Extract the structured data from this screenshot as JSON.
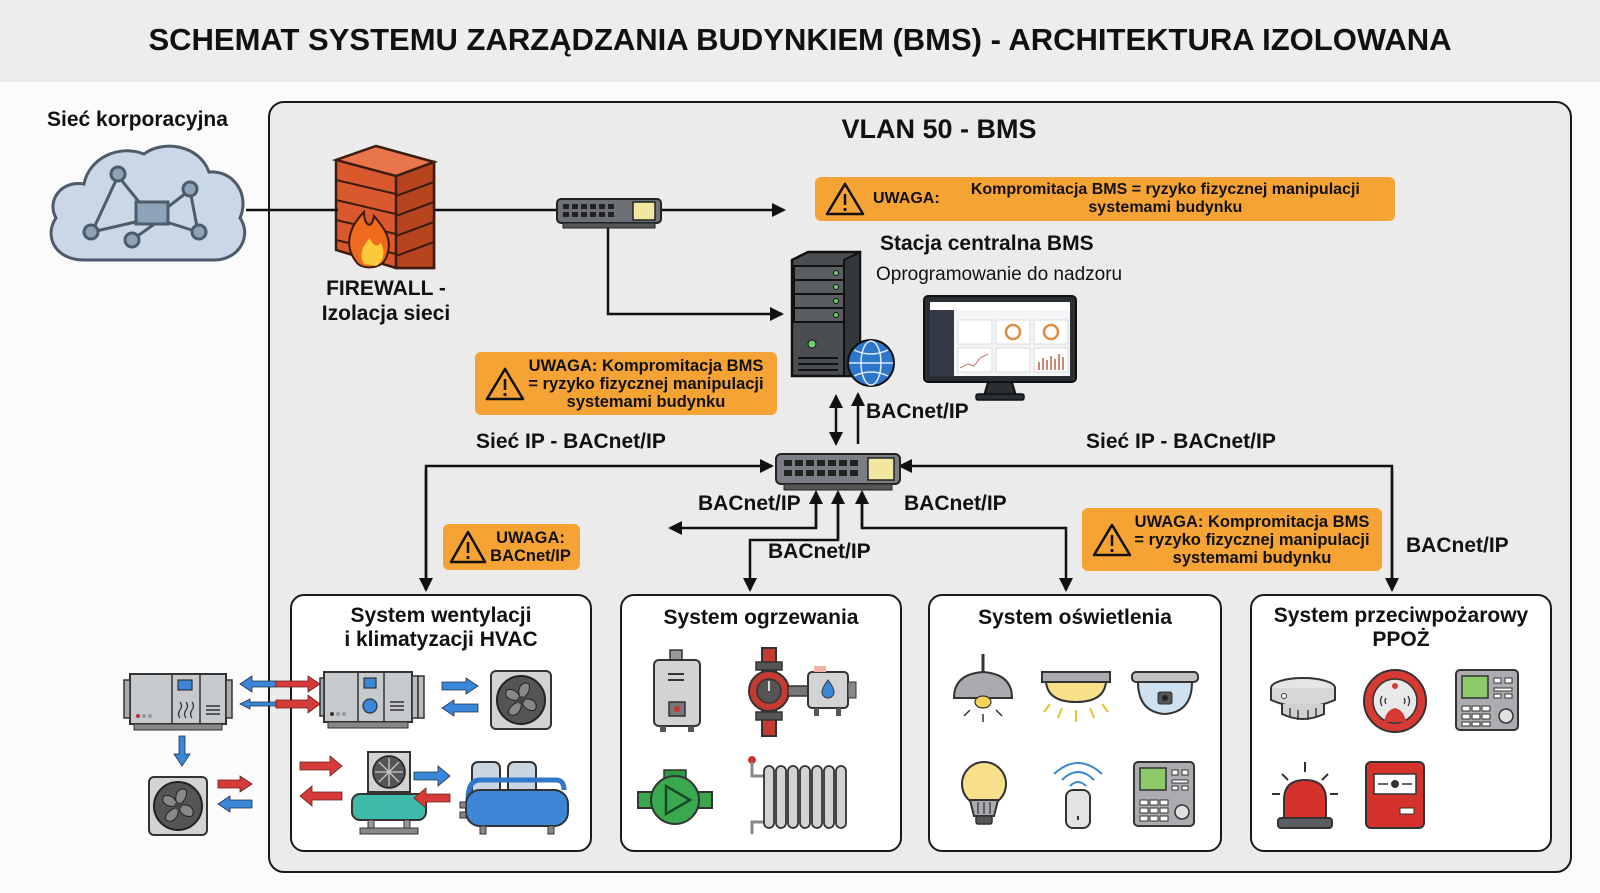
{
  "title": "SCHEMAT SYSTEMU ZARZĄDZANIA BUDYNKIEM (BMS) - ARCHITEKTURA IZOLOWANA",
  "corporate_network": {
    "label": "Sieć korporacyjna",
    "icon": "cloud-network-icon"
  },
  "firewall": {
    "label_line1": "FIREWALL -",
    "label_line2": "Izolacja sieci",
    "icon": "firewall-icon"
  },
  "vlan": {
    "title": "VLAN 50 - BMS"
  },
  "central_station": {
    "title": "Stacja centralna BMS",
    "subtitle": "Oprogramowanie do nadzoru",
    "icons": [
      "server-tower-icon",
      "globe-icon",
      "monitor-dashboard-icon"
    ]
  },
  "warnings": [
    {
      "prefix": "UWAGA:",
      "line1": "Kompromitacja BMS = ryzyko fizycznej manipulacji",
      "line2": "systemami budynku"
    },
    {
      "line1": "UWAGA: Kompromitacja BMS",
      "line2": "= ryzyko fizycznej manipulacji",
      "line3": "systemami budynku"
    },
    {
      "line1": "UWAGA:",
      "line2": "BACnet/IP"
    },
    {
      "line1": "UWAGA: Kompromitacja BMS",
      "line2": "= ryzyko fizycznej manipulacji",
      "line3": "systemami budynku"
    }
  ],
  "connections": {
    "server_link": "BACnet/IP",
    "left_network": "Sieć IP - BACnet/IP",
    "right_network": "Sieć IP - BACnet/IP",
    "heating_left": "BACnet/IP",
    "heating_down": "BACnet/IP",
    "lighting": "BACnet/IP",
    "fire": "BACnet/IP"
  },
  "subsystems": [
    {
      "title_line1": "System wentylacji",
      "title_line2": "i klimatyzacji HVAC",
      "icons": [
        "air-handling-unit-icon",
        "fan-icon",
        "compressor-fan-icon",
        "chiller-tank-icon"
      ]
    },
    {
      "title_line1": "System ogrzewania",
      "title_line2": "",
      "icons": [
        "boiler-icon",
        "valve-actuator-icon",
        "circulation-pump-icon",
        "radiator-icon"
      ]
    },
    {
      "title_line1": "System oświetlenia",
      "title_line2": "",
      "icons": [
        "pendant-lamp-icon",
        "ceiling-light-icon",
        "dome-camera-icon",
        "led-bulb-icon",
        "motion-sensor-icon",
        "control-panel-icon"
      ]
    },
    {
      "title_line1": "System przeciwpożarowy",
      "title_line2": "PPOŻ",
      "icons": [
        "smoke-detector-icon",
        "fire-sounder-icon",
        "fire-alarm-panel-icon",
        "beacon-light-icon",
        "manual-call-point-icon"
      ]
    }
  ],
  "external_hvac_icons": [
    "air-handling-unit-outside-icon",
    "fan-outside-icon"
  ],
  "colors": {
    "warning_bg": "#f5a334",
    "firewall_brick": "#d9582e",
    "flow_red": "#d83a3a",
    "flow_blue": "#3a86d8",
    "vlan_bg": "#ebebeb"
  }
}
